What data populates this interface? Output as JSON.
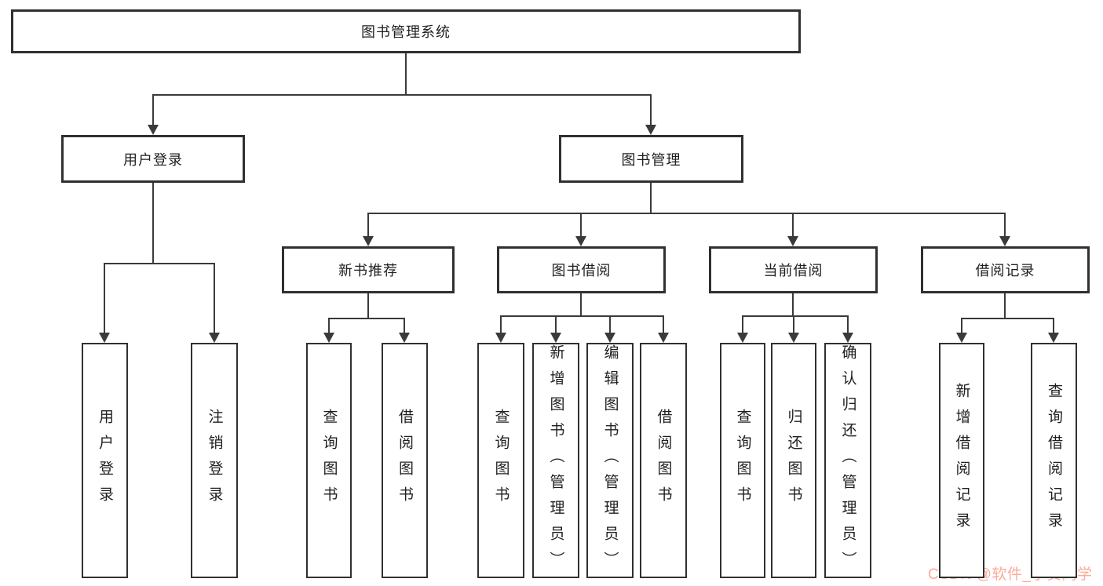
{
  "diagram": {
    "title": "图书管理系统",
    "watermark": "CSDN @软件_小贺同学",
    "colors": {
      "line": "#3a3a3a",
      "box_border": "#303030",
      "box_fill": "#ffffff",
      "text": "#1f1f1f",
      "watermark": "rgba(252,85,49,0.5)"
    },
    "nodes": [
      {
        "id": "root",
        "label": "图书管理系统",
        "level": 1,
        "parent": null
      },
      {
        "id": "user-login",
        "label": "用户登录",
        "level": 2,
        "parent": "root"
      },
      {
        "id": "book-mgmt",
        "label": "图书管理",
        "level": 2,
        "parent": "root"
      },
      {
        "id": "v-user-login",
        "label": "用户登录",
        "level": 3,
        "parent": "user-login"
      },
      {
        "id": "v-logout",
        "label": "注销登录",
        "level": 3,
        "parent": "user-login"
      },
      {
        "id": "new-book-rec",
        "label": "新书推荐",
        "level": 3,
        "parent": "book-mgmt"
      },
      {
        "id": "book-borrow",
        "label": "图书借阅",
        "level": 3,
        "parent": "book-mgmt"
      },
      {
        "id": "current-borrow",
        "label": "当前借阅",
        "level": 3,
        "parent": "book-mgmt"
      },
      {
        "id": "borrow-record",
        "label": "借阅记录",
        "level": 3,
        "parent": "book-mgmt"
      },
      {
        "id": "v-query-book-1",
        "label": "查询图书",
        "level": 4,
        "parent": "new-book-rec"
      },
      {
        "id": "v-borrow-book-1",
        "label": "借阅图书",
        "level": 4,
        "parent": "new-book-rec"
      },
      {
        "id": "v-query-book-2",
        "label": "查询图书",
        "level": 4,
        "parent": "book-borrow"
      },
      {
        "id": "v-add-book",
        "label": "新增图书（管理员）",
        "level": 4,
        "parent": "book-borrow"
      },
      {
        "id": "v-edit-book",
        "label": "编辑图书（管理员）",
        "level": 4,
        "parent": "book-borrow"
      },
      {
        "id": "v-borrow-book-2",
        "label": "借阅图书",
        "level": 4,
        "parent": "book-borrow"
      },
      {
        "id": "v-query-book-3",
        "label": "查询图书",
        "level": 4,
        "parent": "current-borrow"
      },
      {
        "id": "v-return-book",
        "label": "归还图书",
        "level": 4,
        "parent": "current-borrow"
      },
      {
        "id": "v-confirm-return",
        "label": "确认归还（管理员）",
        "level": 4,
        "parent": "current-borrow"
      },
      {
        "id": "v-add-record",
        "label": "新增借阅记录",
        "level": 4,
        "parent": "borrow-record"
      },
      {
        "id": "v-query-record",
        "label": "查询借阅记录",
        "level": 4,
        "parent": "borrow-record"
      }
    ]
  }
}
